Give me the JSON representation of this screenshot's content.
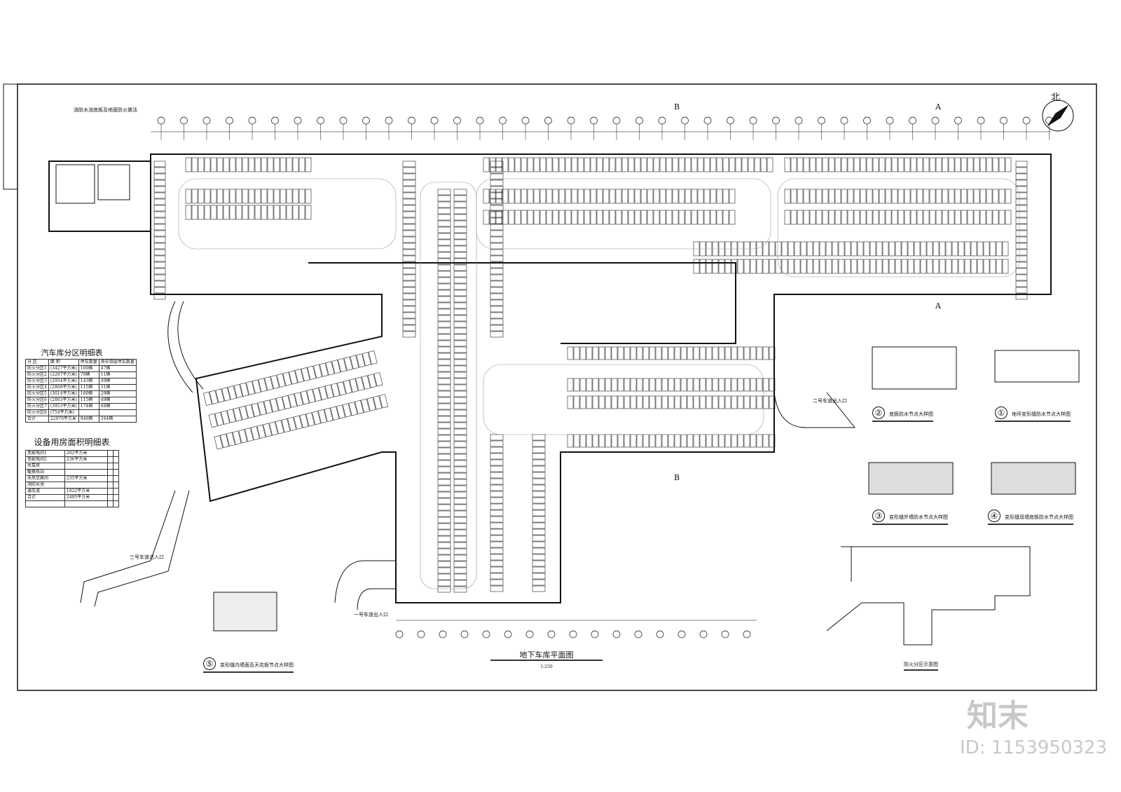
{
  "drawing": {
    "title": "地下车库平面图",
    "scale": "1:250",
    "north_label": "北",
    "section_markers": [
      "B",
      "A",
      "A",
      "B"
    ],
    "top_note": "消防水池底板及地面防火做法",
    "ramp_labels": [
      "一号车道出入口",
      "二号车道出入口",
      "三号车道出入口"
    ]
  },
  "parking_table": {
    "title": "汽车库分区明细表",
    "headers": [
      "分 区",
      "面 积",
      "停车数量",
      "其中双层停车数量"
    ],
    "rows": [
      [
        "防火分区1",
        "(3427平方米)",
        "100辆",
        "47辆"
      ],
      [
        "防火分区2",
        "(2297平方米)",
        "79辆",
        "11辆"
      ],
      [
        "防火分区3",
        "(2954平方米)",
        "143辆",
        "49辆"
      ],
      [
        "防火分区4",
        "(2868平方米)",
        "115辆",
        "31辆"
      ],
      [
        "防火分区5",
        "(3014平方米)",
        "160辆",
        "29辆"
      ],
      [
        "防火分区6",
        "(2803平方米)",
        "115辆",
        "49辆"
      ],
      [
        "防火分区7",
        "(3953平方米)",
        "174辆",
        "68辆"
      ],
      [
        "防火分区8",
        "(754平方米)",
        "",
        ""
      ],
      [
        "合计",
        "22970平方米",
        "946辆",
        "344辆"
      ]
    ]
  },
  "equipment_table": {
    "title": "设备用房面积明细表",
    "rows": [
      [
        "变配电间1",
        "202平方米"
      ],
      [
        "变配电间2",
        "236平方米"
      ],
      [
        "水泵房",
        ""
      ],
      [
        "暖换热站",
        ""
      ],
      [
        "水热交换间",
        "235平方米"
      ],
      [
        "消防水池",
        ""
      ],
      [
        "通车道",
        "1822平方米"
      ],
      [
        "合计",
        "2495平方米"
      ],
      [
        "",
        ""
      ]
    ]
  },
  "details": [
    {
      "num": "①",
      "title": "地坪变形缝防水节点大样图"
    },
    {
      "num": "②",
      "title": "底板防水节点大样图"
    },
    {
      "num": "③",
      "title": "变形缝外墙防水节点大样图"
    },
    {
      "num": "④",
      "title": "变形缝双墙底板防水节点大样图"
    },
    {
      "num": "⑤",
      "title": "变形缝内墙面及天花板节点大样图"
    }
  ],
  "fire_zone_diagram": {
    "title": "防火分区示意图"
  },
  "watermark": {
    "brand": "知末",
    "id": "ID: 1153950323"
  },
  "colors": {
    "line": "#111111",
    "hatch": "#555555",
    "watermark": "#bbbbbb"
  }
}
